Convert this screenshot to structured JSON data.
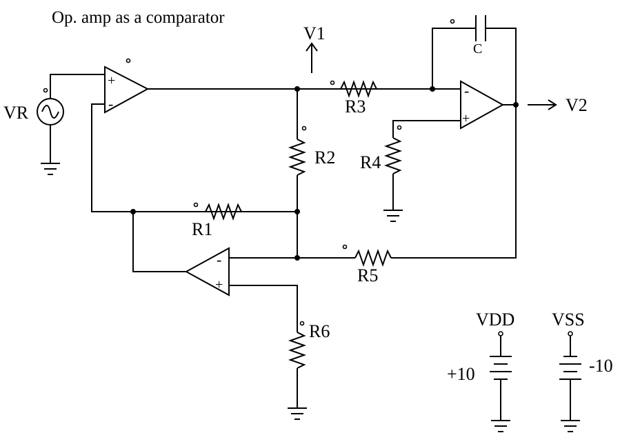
{
  "title": "Op. amp as a comparator",
  "nodes": {
    "v1": "V1",
    "v2": "V2"
  },
  "components": {
    "vr": "VR",
    "r1": "R1",
    "r2": "R2",
    "r3": "R3",
    "r4": "R4",
    "r5": "R5",
    "r6": "R6",
    "c": "C"
  },
  "supplies": {
    "vdd": {
      "label": "VDD",
      "value": "+10"
    },
    "vss": {
      "label": "VSS",
      "value": "-10"
    }
  },
  "opamp_pins": {
    "plus": "+",
    "minus": "-"
  },
  "icons": {
    "ground": "ground-icon",
    "ac_source": "ac-source-icon",
    "opamp": "opamp-icon",
    "resistor": "resistor-icon",
    "capacitor": "capacitor-icon",
    "battery": "battery-icon",
    "arrow": "arrow-icon"
  }
}
